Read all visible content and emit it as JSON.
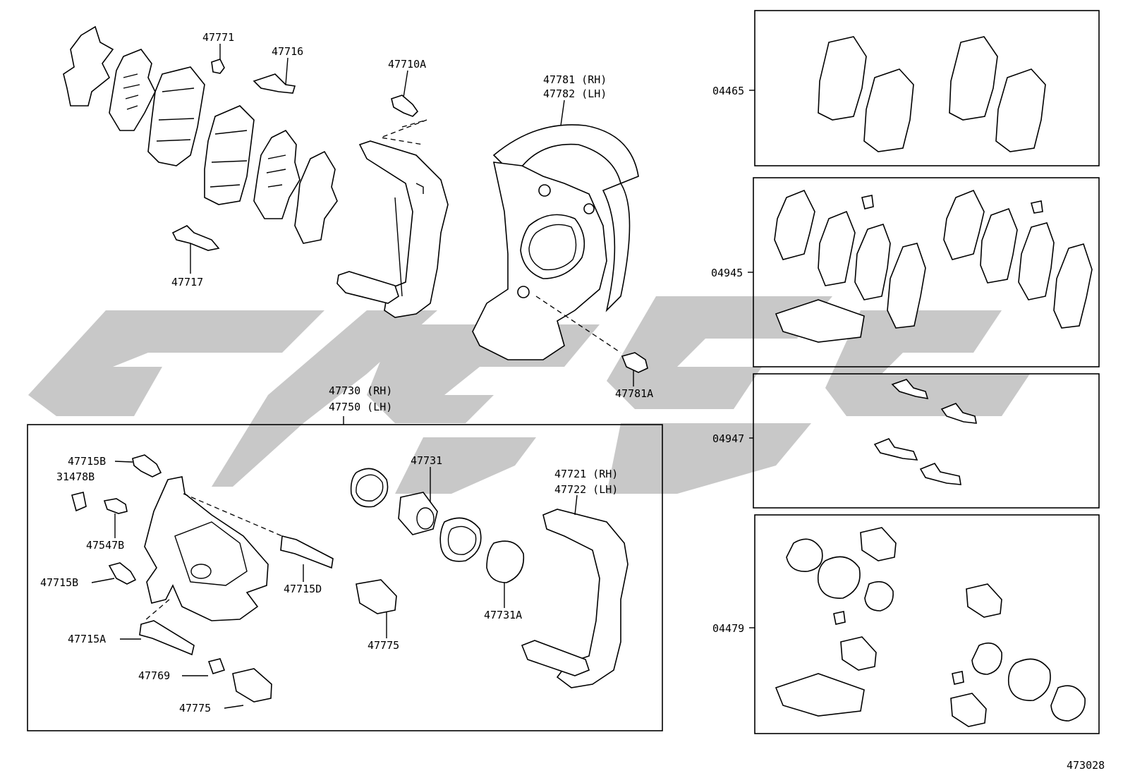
{
  "diagram_id": "473028",
  "colors": {
    "line": "#000000",
    "watermark": "#c8c8c8",
    "background": "#ffffff"
  },
  "labels": {
    "p47771": "47771",
    "p47716": "47716",
    "p47710A": "47710A",
    "p47781": "47781 (RH)",
    "p47782": "47782 (LH)",
    "p47717": "47717",
    "p47781A": "47781A",
    "p47730": "47730 (RH)",
    "p47750": "47750 (LH)",
    "p47715B_top": "47715B",
    "p31478B": "31478B",
    "p47547B": "47547B",
    "p47715B_mid": "47715B",
    "p47715A": "47715A",
    "p47769": "47769",
    "p47775_left": "47775",
    "p47715D": "47715D",
    "p47731": "47731",
    "p47775_center": "47775",
    "p47731A": "47731A",
    "p47721": "47721 (RH)",
    "p47722": "47722 (LH)"
  },
  "kits": [
    {
      "code": "04465"
    },
    {
      "code": "04945"
    },
    {
      "code": "04947"
    },
    {
      "code": "04479"
    }
  ]
}
